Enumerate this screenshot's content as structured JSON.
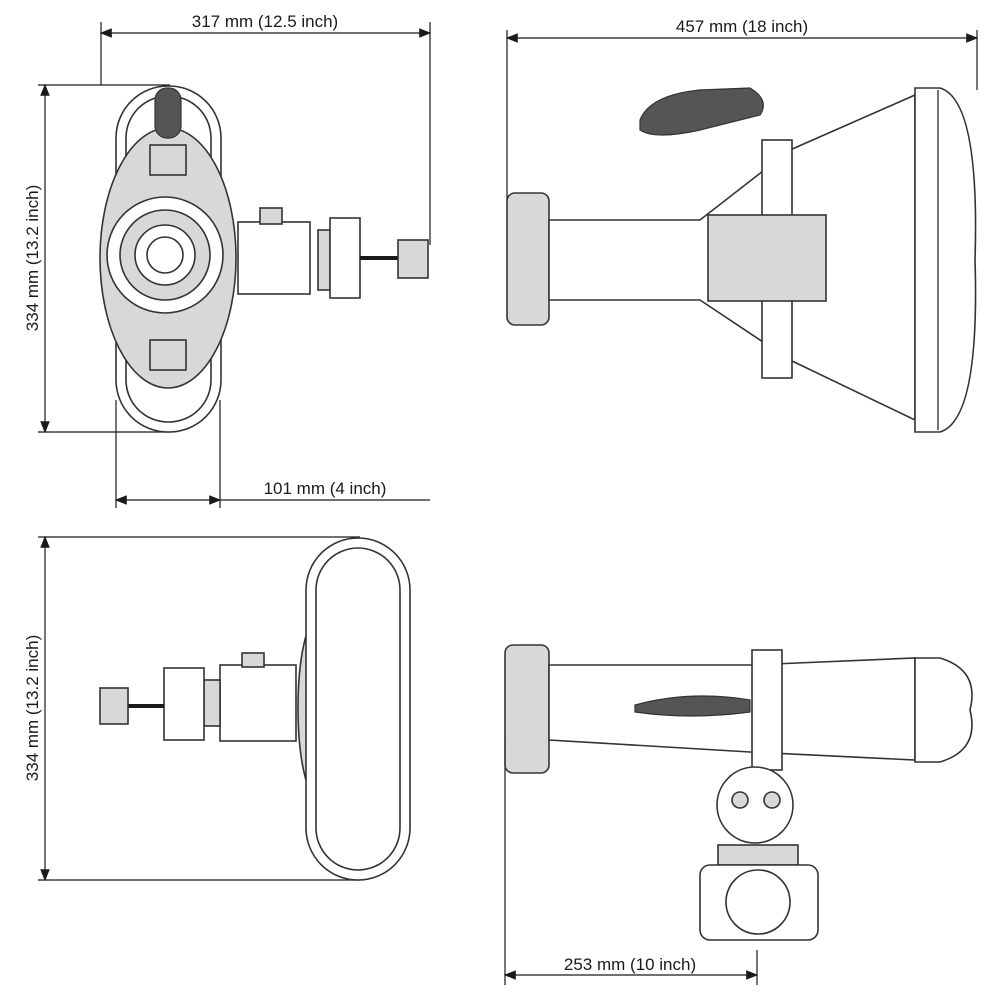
{
  "dimensions": {
    "front_width": "317 mm (12.5 inch)",
    "front_height": "334 mm (13.2 inch)",
    "front_depth_offset": "101 mm (4 inch)",
    "side_length": "457 mm (18 inch)",
    "top_height": "334 mm (13.2 inch)",
    "bottom_offset": "253 mm (10 inch)"
  },
  "colors": {
    "line": "#1a1a1a",
    "fill": "#d8d8d8"
  }
}
